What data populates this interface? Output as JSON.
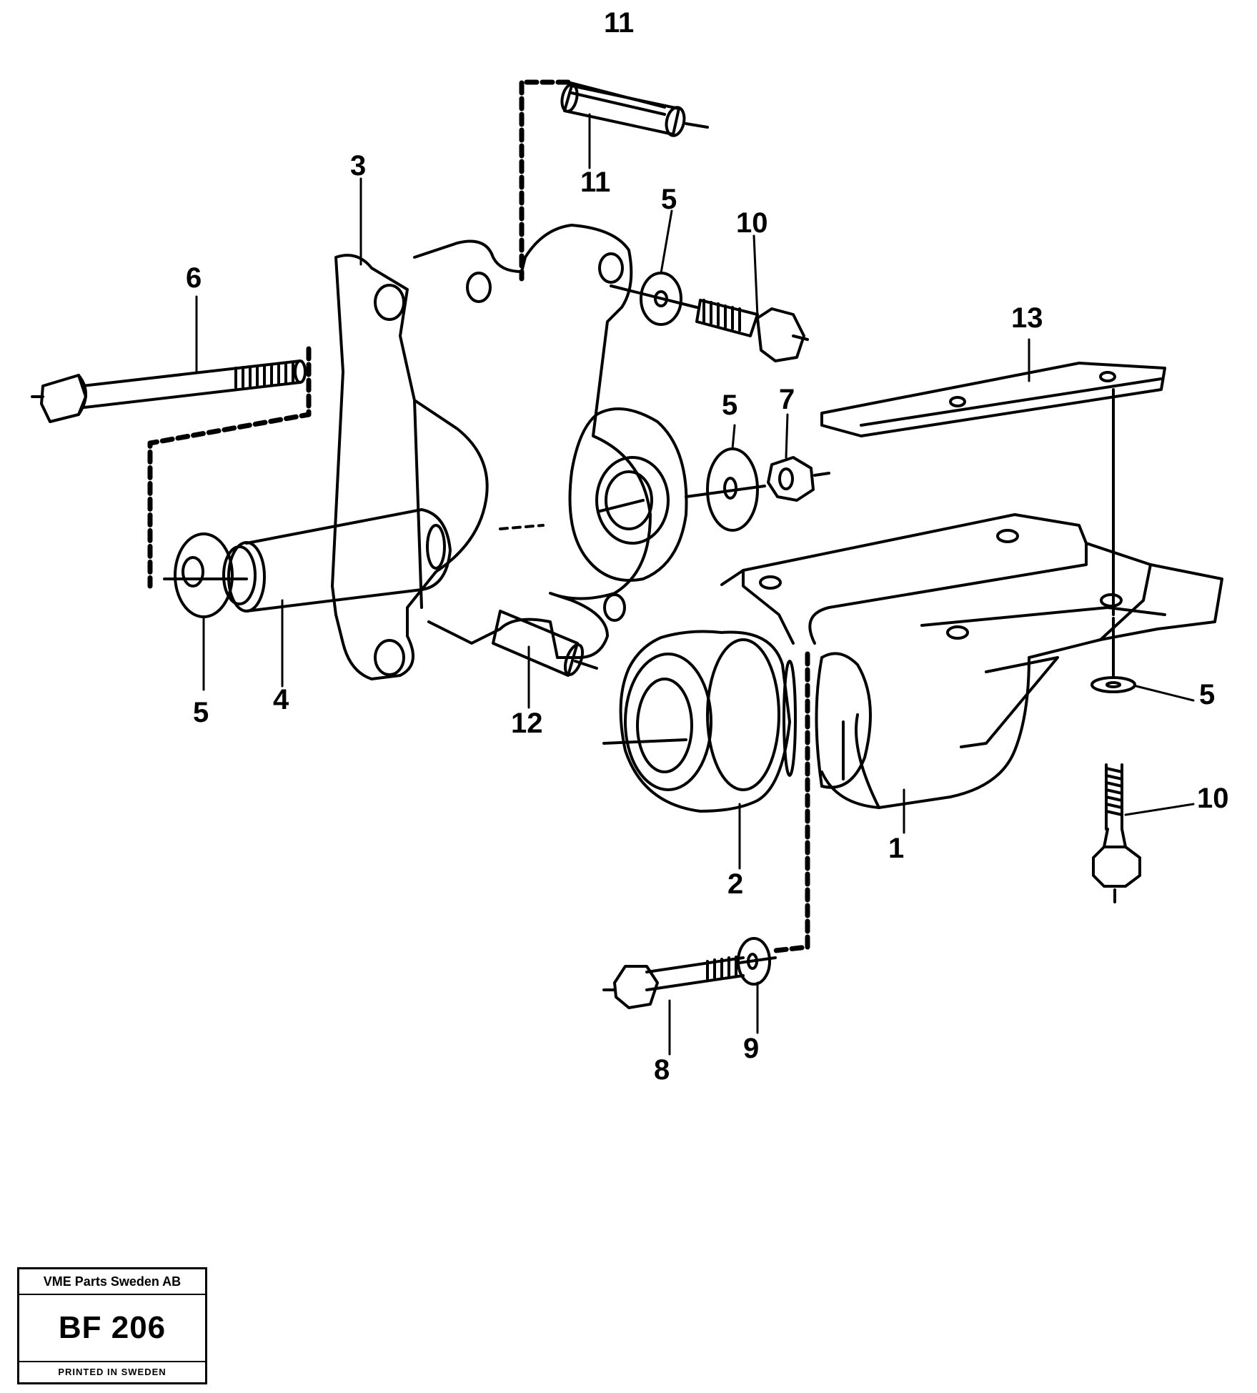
{
  "header": {
    "number": "11"
  },
  "labels": {
    "l11_top": "11",
    "l11_pin": "11",
    "l3": "3",
    "l5_washer_top": "5",
    "l10_bolt_top": "10",
    "l6": "6",
    "l13": "13",
    "l5_mid": "5",
    "l7": "7",
    "l5_left": "5",
    "l4": "4",
    "l12": "12",
    "l5_right": "5",
    "l10_right": "10",
    "l1": "1",
    "l2": "2",
    "l8": "8",
    "l9": "9"
  },
  "stamp": {
    "company": "VME Parts Sweden AB",
    "code": "BF 206",
    "printed": "PRINTED IN SWEDEN"
  }
}
